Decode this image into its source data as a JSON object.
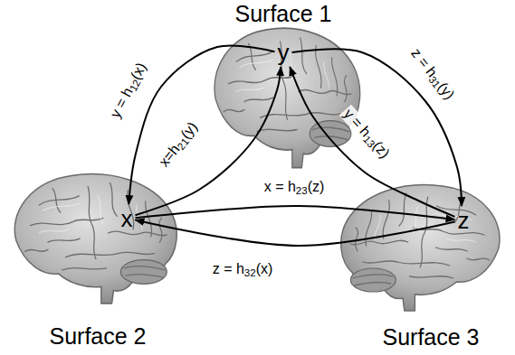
{
  "diagram": {
    "nodes": [
      {
        "text": [
          "Surface 1",
          "y"
        ]
      },
      {
        "text": [
          "Surface 2",
          "x"
        ]
      },
      {
        "text": [
          "Surface 3",
          "z"
        ]
      }
    ],
    "edges": [
      {
        "from": 0,
        "to": 1,
        "label": "y = h12(x)",
        "arrow": "to"
      },
      {
        "from": 1,
        "to": 0,
        "label": "x=h21(y)",
        "arrow": "to"
      },
      {
        "from": 0,
        "to": 2,
        "label": "z = h31(y)",
        "arrow": "to"
      },
      {
        "from": 2,
        "to": 0,
        "label": "y = h13(z)",
        "arrow": "to"
      },
      {
        "from": 1,
        "to": 2,
        "label": "x = h23(z)",
        "arrow": "to"
      },
      {
        "from": 2,
        "to": 1,
        "label": "z = h32(x)",
        "arrow": "to"
      }
    ]
  }
}
